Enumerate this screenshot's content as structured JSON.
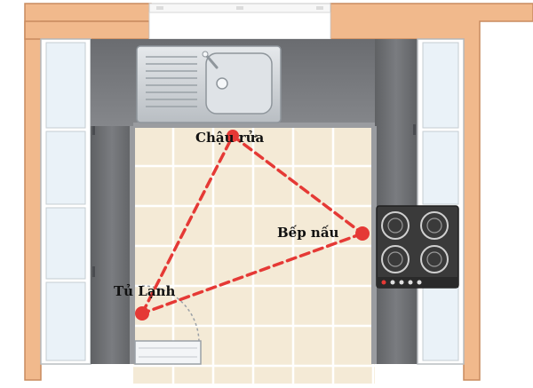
{
  "diagram": {
    "labels": {
      "sink": "Chậu rửa",
      "stove": "Bếp nấu",
      "fridge": "Tủ Lạnh"
    },
    "colors": {
      "wall": "#f1b98c",
      "wall_edge": "#c98b5e",
      "floor": "#f4ead6",
      "tile_line": "#ffffff",
      "cabinet_dark": "#6d6f72",
      "cabinet_light": "#d3d7da",
      "shelf_glass": "#eaf2f8",
      "sink_metal": "#c9ced3",
      "cooktop": "#3a3a3a",
      "triangle": "#e53935",
      "node": "#e53935"
    },
    "icons": [
      "sink-icon",
      "cooktop-icon",
      "fridge-door-icon"
    ]
  }
}
